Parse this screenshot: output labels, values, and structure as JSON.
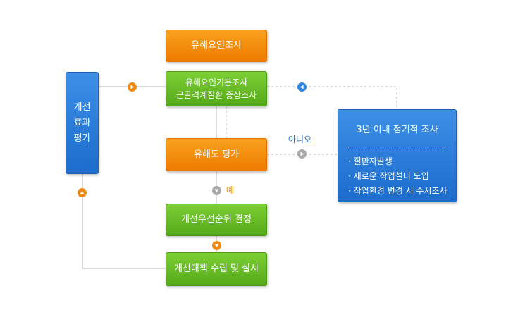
{
  "diagram": {
    "survey": "유해요인조사",
    "basic_survey": [
      "유해요인기본조사",
      "근골격계질환 증상조사"
    ],
    "evaluation": "유해도 평가",
    "priority": "개선우선순위 결정",
    "plan": "개선대책 수립 및 실시",
    "effect_eval": [
      "개선",
      "효과",
      "평가"
    ],
    "periodic": {
      "title": "3년 이내 정기적 조사",
      "items": [
        "질환자발생",
        "새로운 작업설비 도입",
        "작업환경 변경 시 수시조사"
      ]
    },
    "label_no": "아니오",
    "label_yes": "예"
  },
  "colors": {
    "orange": "#f29414",
    "green": "#66bb25",
    "blue": "#2b7ddb",
    "connector": "#b5b5b5"
  }
}
